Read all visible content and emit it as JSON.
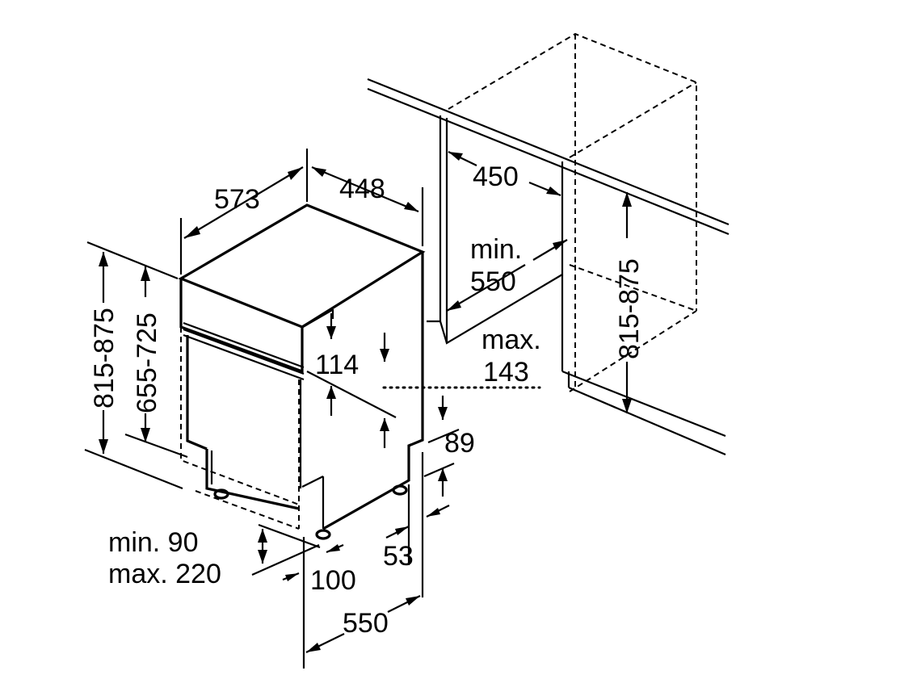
{
  "diagram": {
    "labels": {
      "d573": "573",
      "d448": "448",
      "d450": "450",
      "min550_line1": "min.",
      "min550_line2": "550",
      "max143_line1": "max.",
      "max143_line2": "143",
      "d114": "114",
      "h815_875_left": "815-875",
      "h655_725": "655-725",
      "h815_875_right": "815-875",
      "d89": "89",
      "plinth_line1": "min. 90",
      "plinth_line2": "max. 220",
      "d100": "100",
      "d53": "53",
      "d550": "550"
    },
    "colors": {
      "line": "#000000",
      "background": "#ffffff"
    }
  }
}
